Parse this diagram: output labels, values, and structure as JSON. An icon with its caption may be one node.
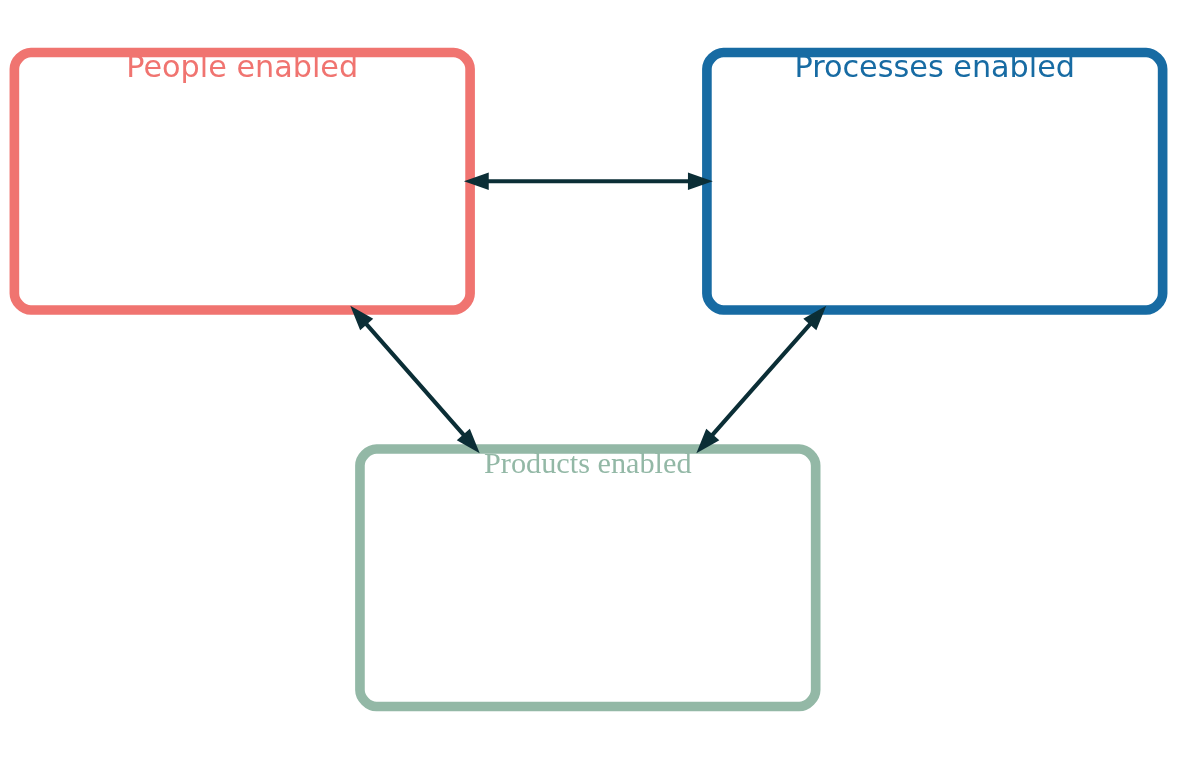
{
  "diagram": {
    "nodes": [
      {
        "text": [
          "People enabled"
        ]
      },
      {
        "text": [
          "Processes enabled"
        ]
      },
      {
        "text": [
          "Products enabled"
        ]
      }
    ],
    "edges": [
      {
        "from": 0,
        "to": 1,
        "arrow": "both"
      },
      {
        "from": 0,
        "to": 2,
        "arrow": "both"
      },
      {
        "from": 1,
        "to": 2,
        "arrow": "both"
      }
    ]
  }
}
